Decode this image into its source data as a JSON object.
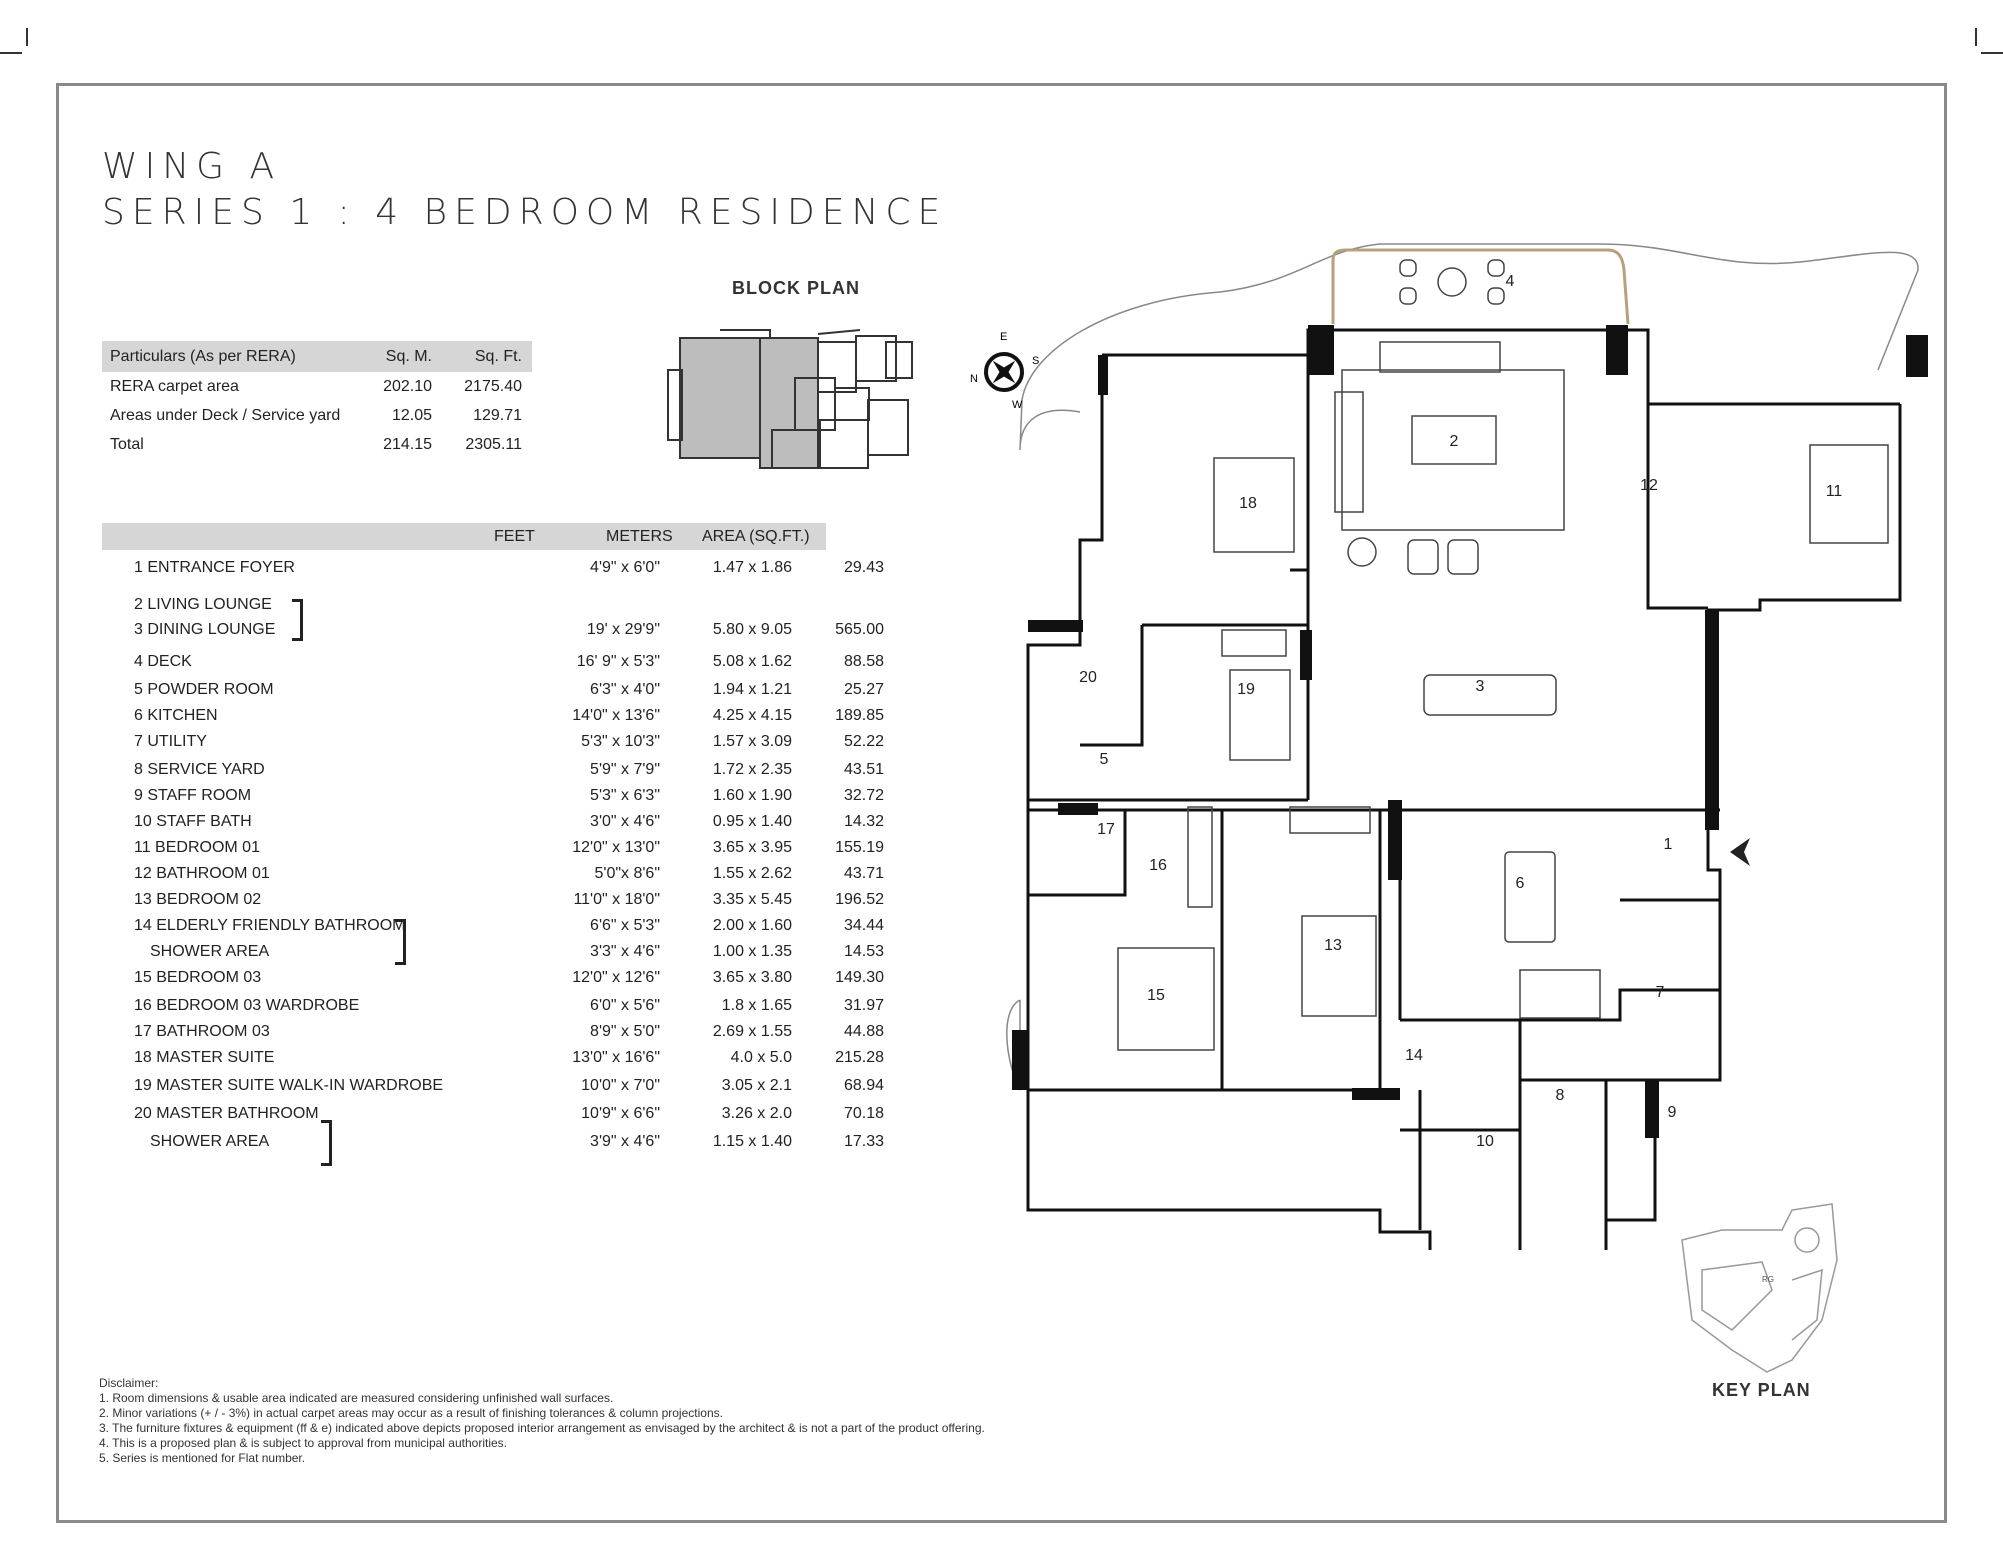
{
  "heading": {
    "line1": "WING A",
    "line2": "SERIES 1 : 4 BEDROOM RESIDENCE"
  },
  "area_summary": {
    "headers": [
      "Particulars (As per RERA)",
      "Sq. M.",
      "Sq. Ft."
    ],
    "rows": [
      [
        "RERA carpet area",
        "202.10",
        "2175.40"
      ],
      [
        "Areas under Deck / Service yard",
        "12.05",
        "129.71"
      ],
      [
        "Total",
        "214.15",
        "2305.11"
      ]
    ]
  },
  "room_table": {
    "headers": [
      "FEET",
      "METERS",
      "AREA (SQ.FT.)"
    ],
    "rows": [
      {
        "name": "1 ENTRANCE FOYER",
        "feet": "4'9\" x 6'0\"",
        "meters": "1.47 x 1.86",
        "area": "29.43"
      },
      {
        "name": "2 LIVING LOUNGE",
        "feet": "",
        "meters": "",
        "area": ""
      },
      {
        "name": "3 DINING LOUNGE",
        "feet": "19' x 29'9\"",
        "meters": "5.80 x 9.05",
        "area": "565.00"
      },
      {
        "name": "4 DECK",
        "feet": "16' 9\" x 5'3\"",
        "meters": "5.08 x 1.62",
        "area": "88.58"
      },
      {
        "name": "5 POWDER ROOM",
        "feet": "6'3\" x 4'0\"",
        "meters": "1.94 x 1.21",
        "area": "25.27"
      },
      {
        "name": "6 KITCHEN",
        "feet": "14'0\" x 13'6\"",
        "meters": "4.25 x 4.15",
        "area": "189.85"
      },
      {
        "name": "7 UTILITY",
        "feet": "5'3\" x 10'3\"",
        "meters": "1.57 x 3.09",
        "area": "52.22"
      },
      {
        "name": "8 SERVICE YARD",
        "feet": "5'9\" x 7'9\"",
        "meters": "1.72 x 2.35",
        "area": "43.51"
      },
      {
        "name": "9 STAFF ROOM",
        "feet": "5'3\" x 6'3\"",
        "meters": "1.60 x 1.90",
        "area": "32.72"
      },
      {
        "name": "10 STAFF BATH",
        "feet": "3'0\" x 4'6\"",
        "meters": "0.95 x 1.40",
        "area": "14.32"
      },
      {
        "name": "11 BEDROOM 01",
        "feet": "12'0\" x 13'0\"",
        "meters": "3.65 x 3.95",
        "area": "155.19"
      },
      {
        "name": "12 BATHROOM 01",
        "feet": "5'0\"x 8'6\"",
        "meters": "1.55 x 2.62",
        "area": "43.71"
      },
      {
        "name": "13 BEDROOM 02",
        "feet": "11'0\" x 18'0\"",
        "meters": "3.35 x 5.45",
        "area": "196.52"
      },
      {
        "name": "14 ELDERLY FRIENDLY BATHROOM",
        "feet": "6'6\" x 5'3\"",
        "meters": "2.00 x 1.60",
        "area": "34.44"
      },
      {
        "name": "SHOWER AREA",
        "feet": "3'3\" x 4'6\"",
        "meters": "1.00 x 1.35",
        "area": "14.53"
      },
      {
        "name": "15 BEDROOM 03",
        "feet": "12'0\" x 12'6\"",
        "meters": "3.65 x 3.80",
        "area": "149.30"
      },
      {
        "name": "16 BEDROOM 03 WARDROBE",
        "feet": "6'0\" x 5'6\"",
        "meters": "1.8 x 1.65",
        "area": "31.97"
      },
      {
        "name": "17 BATHROOM 03",
        "feet": "8'9\" x 5'0\"",
        "meters": "2.69 x 1.55",
        "area": "44.88"
      },
      {
        "name": "18 MASTER SUITE",
        "feet": "13'0\" x 16'6\"",
        "meters": "4.0 x 5.0",
        "area": "215.28"
      },
      {
        "name": "19 MASTER SUITE WALK-IN WARDROBE",
        "feet": "10'0\" x 7'0\"",
        "meters": "3.05 x 2.1",
        "area": "68.94"
      },
      {
        "name": "20 MASTER BATHROOM",
        "feet": "10'9\" x 6'6\"",
        "meters": "3.26 x 2.0",
        "area": "70.18"
      },
      {
        "name": "SHOWER AREA",
        "feet": "3'9\" x 4'6\"",
        "meters": "1.15 x 1.40",
        "area": "17.33"
      }
    ]
  },
  "block_plan_label": "BLOCK PLAN",
  "key_plan_label": "KEY PLAN",
  "key_plan_marker": "RG",
  "compass": {
    "e": "E",
    "s": "S",
    "n": "N",
    "w": "W"
  },
  "room_numbers": [
    "1",
    "2",
    "3",
    "4",
    "5",
    "6",
    "7",
    "8",
    "9",
    "10",
    "11",
    "12",
    "13",
    "14",
    "15",
    "16",
    "17",
    "18",
    "19",
    "20"
  ],
  "disclaimer": {
    "title": "Disclaimer:",
    "lines": [
      "1. Room dimensions & usable area indicated are measured considering unfinished wall surfaces.",
      "2. Minor variations (+ / - 3%) in actual carpet areas may occur as a result of finishing tolerances & column projections.",
      "3. The furniture fixtures & equipment (ff & e) indicated above depicts proposed interior arrangement as envisaged by the architect & is not a part of the product offering.",
      "4. This is a proposed plan & is subject to approval from municipal authorities.",
      "5. Series is mentioned for Flat number."
    ]
  },
  "colors": {
    "header_band": "#d6d6d6",
    "frame": "#8a8a8a",
    "wall": "#111111",
    "block_shade": "#bdbdbd"
  }
}
